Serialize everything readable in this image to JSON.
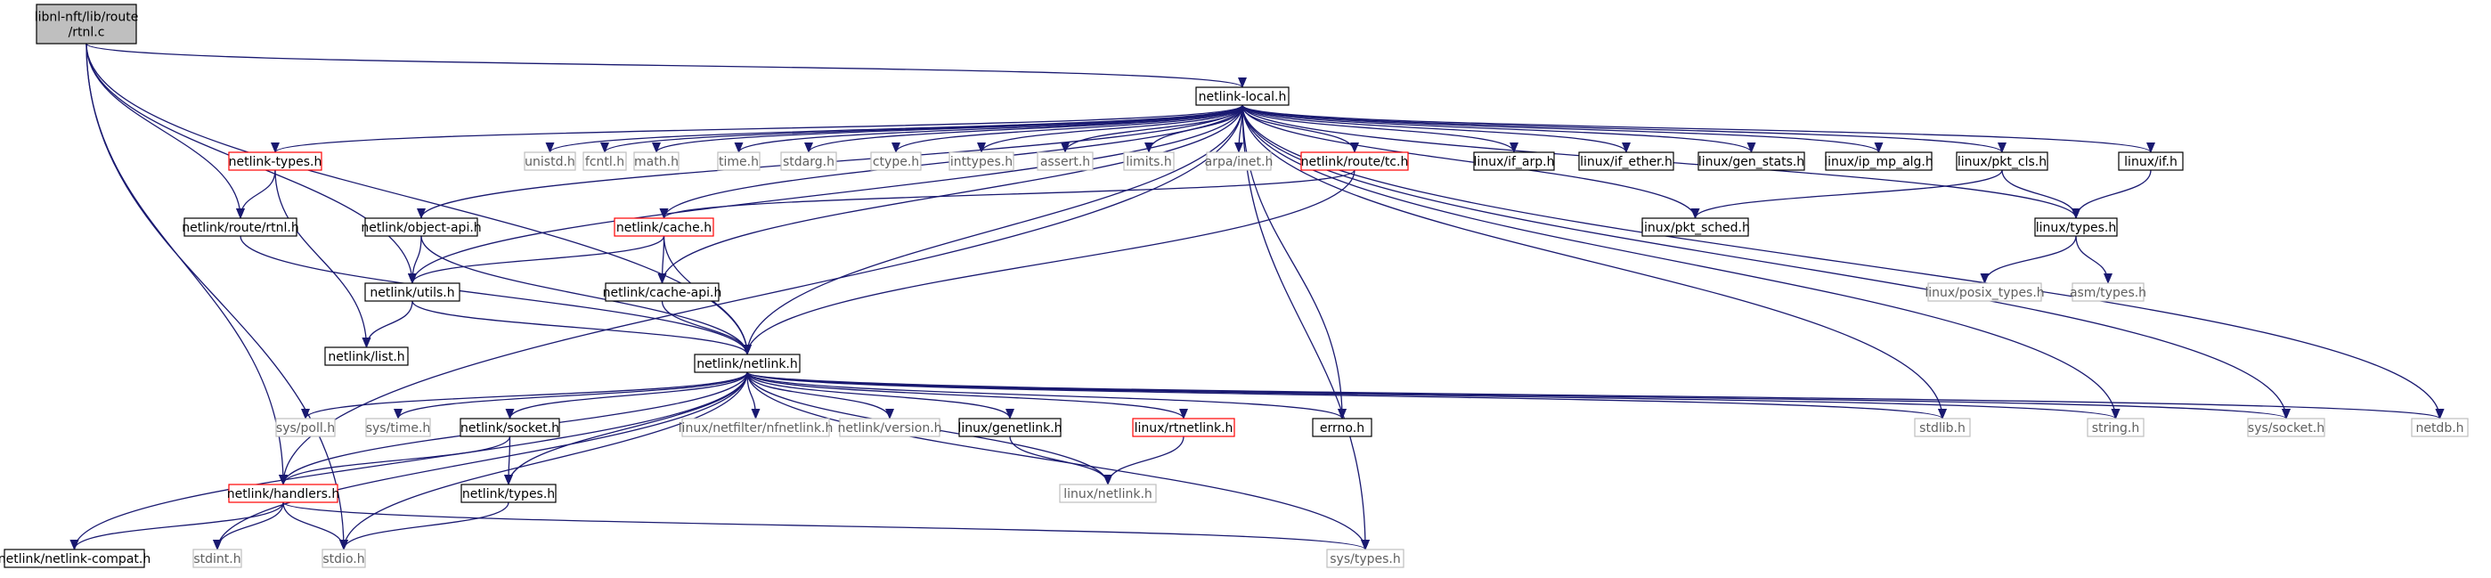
{
  "colors": {
    "edge": "#191970",
    "node_border_black": "#000000",
    "node_border_red": "#ff0000",
    "node_border_gray": "#bfbfbf",
    "root_fill": "#bfbfbf",
    "text_dark": "#000000",
    "text_gray": "#5f5f5f"
  },
  "nodes": [
    {
      "id": "rtnl_c",
      "lines": [
        "libnl-nft/lib/route",
        "/rtnl.c"
      ],
      "style": "root"
    },
    {
      "id": "netlink_local_h",
      "lines": [
        "netlink-local.h"
      ],
      "style": "black"
    },
    {
      "id": "netlink_types_h",
      "lines": [
        "netlink-types.h"
      ],
      "style": "red"
    },
    {
      "id": "unistd_h",
      "lines": [
        "unistd.h"
      ],
      "style": "gray"
    },
    {
      "id": "fcntl_h",
      "lines": [
        "fcntl.h"
      ],
      "style": "gray"
    },
    {
      "id": "math_h",
      "lines": [
        "math.h"
      ],
      "style": "gray"
    },
    {
      "id": "time_h",
      "lines": [
        "time.h"
      ],
      "style": "gray"
    },
    {
      "id": "stdarg_h",
      "lines": [
        "stdarg.h"
      ],
      "style": "gray"
    },
    {
      "id": "ctype_h",
      "lines": [
        "ctype.h"
      ],
      "style": "gray"
    },
    {
      "id": "inttypes_h",
      "lines": [
        "inttypes.h"
      ],
      "style": "gray"
    },
    {
      "id": "assert_h",
      "lines": [
        "assert.h"
      ],
      "style": "gray"
    },
    {
      "id": "limits_h",
      "lines": [
        "limits.h"
      ],
      "style": "gray"
    },
    {
      "id": "arpa_inet_h",
      "lines": [
        "arpa/inet.h"
      ],
      "style": "gray"
    },
    {
      "id": "route_tc_h",
      "lines": [
        "netlink/route/tc.h"
      ],
      "style": "red"
    },
    {
      "id": "if_arp_h",
      "lines": [
        "linux/if_arp.h"
      ],
      "style": "black"
    },
    {
      "id": "if_ether_h",
      "lines": [
        "linux/if_ether.h"
      ],
      "style": "black"
    },
    {
      "id": "gen_stats_h",
      "lines": [
        "linux/gen_stats.h"
      ],
      "style": "black"
    },
    {
      "id": "ip_mp_alg_h",
      "lines": [
        "linux/ip_mp_alg.h"
      ],
      "style": "black"
    },
    {
      "id": "pkt_cls_h",
      "lines": [
        "linux/pkt_cls.h"
      ],
      "style": "black"
    },
    {
      "id": "linux_if_h",
      "lines": [
        "linux/if.h"
      ],
      "style": "black"
    },
    {
      "id": "route_rtnl_h",
      "lines": [
        "netlink/route/rtnl.h"
      ],
      "style": "black"
    },
    {
      "id": "object_api_h",
      "lines": [
        "netlink/object-api.h"
      ],
      "style": "black"
    },
    {
      "id": "cache_h",
      "lines": [
        "netlink/cache.h"
      ],
      "style": "red"
    },
    {
      "id": "pkt_sched_h",
      "lines": [
        "linux/pkt_sched.h"
      ],
      "style": "black"
    },
    {
      "id": "linux_types_h",
      "lines": [
        "linux/types.h"
      ],
      "style": "black"
    },
    {
      "id": "posix_types_h",
      "lines": [
        "linux/posix_types.h"
      ],
      "style": "gray"
    },
    {
      "id": "asm_types_h",
      "lines": [
        "asm/types.h"
      ],
      "style": "gray"
    },
    {
      "id": "utils_h",
      "lines": [
        "netlink/utils.h"
      ],
      "style": "black"
    },
    {
      "id": "cache_api_h",
      "lines": [
        "netlink/cache-api.h"
      ],
      "style": "black"
    },
    {
      "id": "list_h",
      "lines": [
        "netlink/list.h"
      ],
      "style": "black"
    },
    {
      "id": "netlink_h",
      "lines": [
        "netlink/netlink.h"
      ],
      "style": "black"
    },
    {
      "id": "sys_poll_h",
      "lines": [
        "sys/poll.h"
      ],
      "style": "gray"
    },
    {
      "id": "sys_time_h",
      "lines": [
        "sys/time.h"
      ],
      "style": "gray"
    },
    {
      "id": "socket_h",
      "lines": [
        "netlink/socket.h"
      ],
      "style": "black"
    },
    {
      "id": "nfnetlink_h",
      "lines": [
        "linux/netfilter/nfnetlink.h"
      ],
      "style": "gray"
    },
    {
      "id": "version_h",
      "lines": [
        "netlink/version.h"
      ],
      "style": "gray"
    },
    {
      "id": "genetlink_h",
      "lines": [
        "linux/genetlink.h"
      ],
      "style": "black"
    },
    {
      "id": "rtnetlink_h",
      "lines": [
        "linux/rtnetlink.h"
      ],
      "style": "red"
    },
    {
      "id": "errno_h",
      "lines": [
        "errno.h"
      ],
      "style": "black"
    },
    {
      "id": "stdlib_h",
      "lines": [
        "stdlib.h"
      ],
      "style": "gray"
    },
    {
      "id": "string_h",
      "lines": [
        "string.h"
      ],
      "style": "gray"
    },
    {
      "id": "sys_socket_h",
      "lines": [
        "sys/socket.h"
      ],
      "style": "gray"
    },
    {
      "id": "netdb_h",
      "lines": [
        "netdb.h"
      ],
      "style": "gray"
    },
    {
      "id": "handlers_h",
      "lines": [
        "netlink/handlers.h"
      ],
      "style": "red"
    },
    {
      "id": "nl_types_h",
      "lines": [
        "netlink/types.h"
      ],
      "style": "black"
    },
    {
      "id": "linux_netlink_h",
      "lines": [
        "linux/netlink.h"
      ],
      "style": "gray"
    },
    {
      "id": "netlink_compat_h",
      "lines": [
        "netlink/netlink-compat.h"
      ],
      "style": "black"
    },
    {
      "id": "stdint_h",
      "lines": [
        "stdint.h"
      ],
      "style": "gray"
    },
    {
      "id": "stdio_h",
      "lines": [
        "stdio.h"
      ],
      "style": "gray"
    },
    {
      "id": "sys_types_h",
      "lines": [
        "sys/types.h"
      ],
      "style": "gray"
    }
  ]
}
